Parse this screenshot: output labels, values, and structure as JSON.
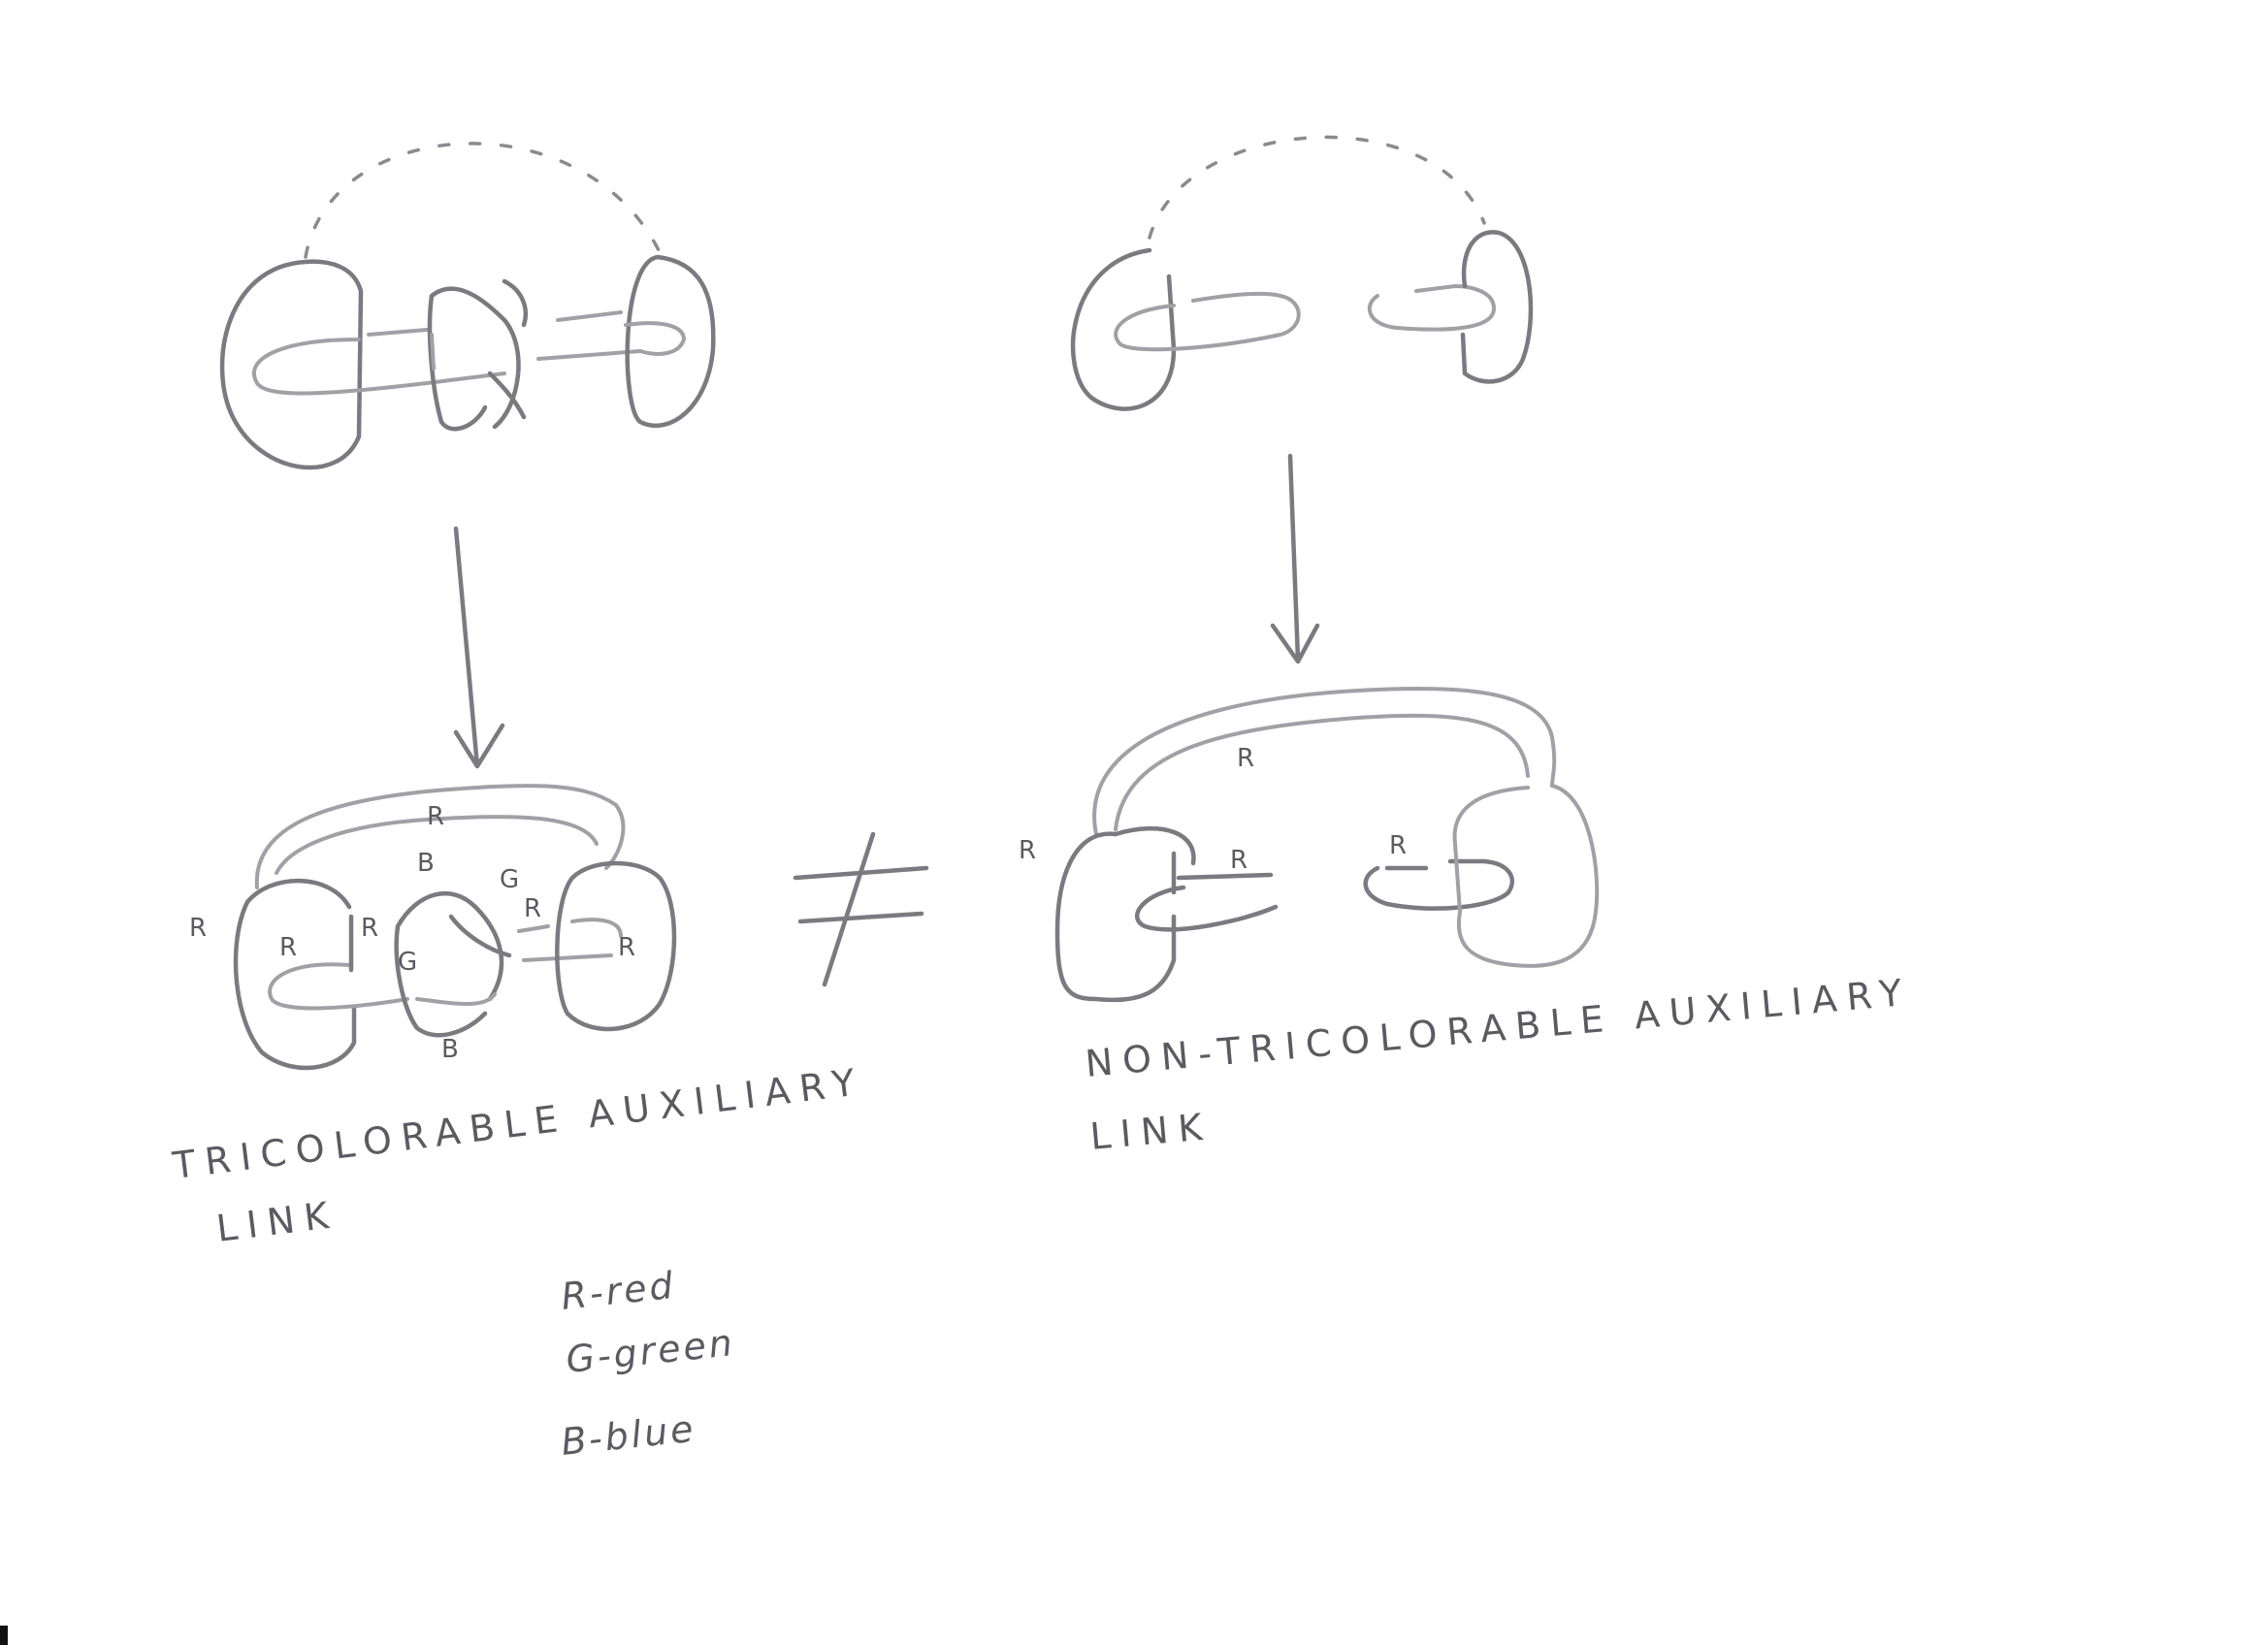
{
  "captions": {
    "left_line1": "TRICOLORABLE AUXILIARY",
    "left_line2": "LINK",
    "right_line1": "NON-TRICOLORABLE AUXILIARY",
    "right_line2": "LINK"
  },
  "not_equal_symbol": "≠",
  "legend": [
    {
      "text": "R-red"
    },
    {
      "text": "G-green"
    },
    {
      "text": "B-blue"
    }
  ],
  "left_link_labels": {
    "outer_top": "R",
    "outer_left": "R",
    "inner_left": "R",
    "middle_left": "R",
    "middle_top": "B",
    "middle_center": "G",
    "middle_bottom": "B",
    "right_top_g": "G",
    "right_arc": "R",
    "right_bottom": "R"
  },
  "right_link_labels": {
    "outer_top": "R",
    "outer_left": "R",
    "left_arc": "R",
    "right_arc": "R"
  }
}
